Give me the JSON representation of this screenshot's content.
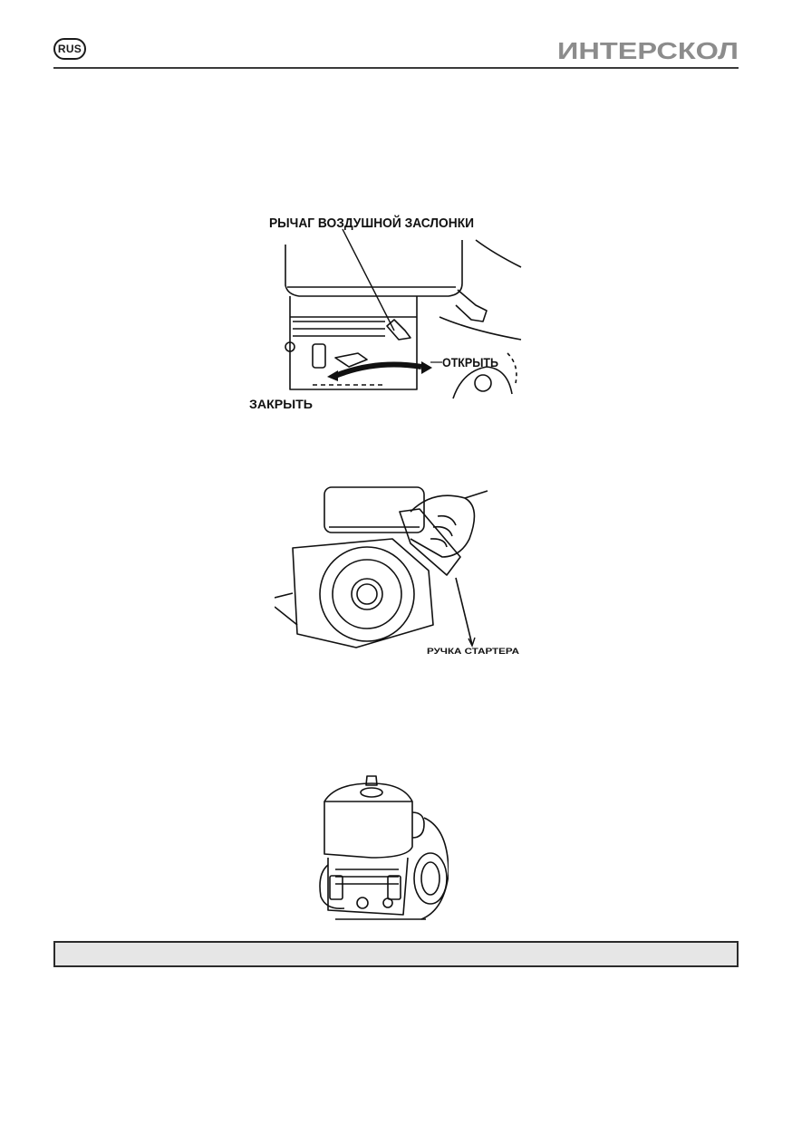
{
  "header": {
    "lang_badge": "RUS",
    "brand_name": "ИНТЕРСКОЛ"
  },
  "figure_choke": {
    "lever_label": "РЫЧАГ ВОЗДУШНОЙ ЗАСЛОНКИ",
    "open_label": "ОТКРЫТЬ",
    "close_label": "ЗАКРЫТЬ"
  },
  "figure_starter": {
    "handle_label": "РУЧКА СТАРТЕРА"
  },
  "note_bar": {
    "text": ""
  }
}
